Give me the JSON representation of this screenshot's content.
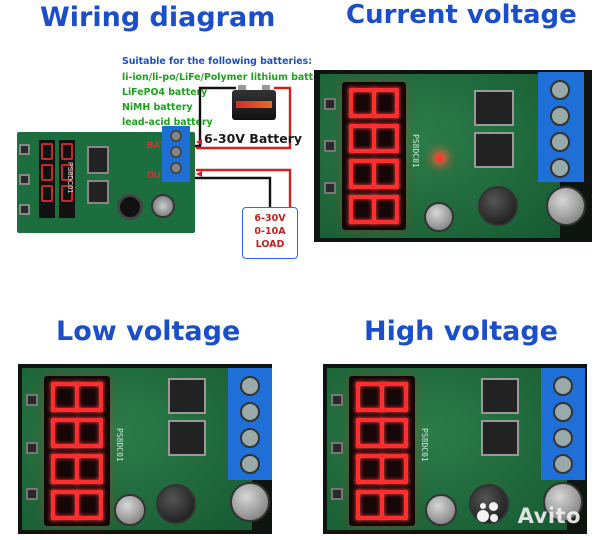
{
  "titles": {
    "wiring": "Wiring diagram",
    "current": "Current voltage",
    "low": "Low voltage",
    "high": "High voltage"
  },
  "batteries": {
    "heading": "Suitable for the following batteries:",
    "items": [
      "li-ion/li-po/LiFe/Polymer lithium battery",
      "LiFePO4 battery",
      "NiMH battery",
      "lead-acid battery"
    ]
  },
  "battery_label": "6-30V Battery",
  "load": {
    "voltage": "6-30V",
    "current": "0-10A",
    "label": "LOAD"
  },
  "pcb_labels": {
    "bat": "BAT",
    "out": "OUT",
    "model": "PS8DC01"
  },
  "watermark": "Avito",
  "colors": {
    "title": "#1b4fc9",
    "list": "#1aa31a",
    "digit": "#ff2d2d",
    "terminal": "#1f6fd8",
    "pcb": "#1c6e3e"
  }
}
